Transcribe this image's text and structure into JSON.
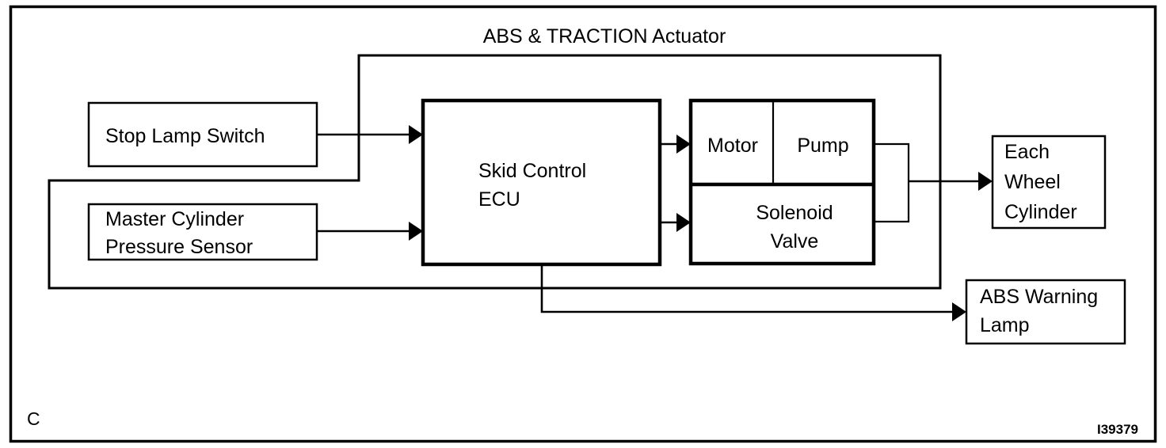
{
  "diagram": {
    "title": "ABS & TRACTION Actuator",
    "corner_label": "C",
    "reference_code": "I39379",
    "colors": {
      "line": "#000000",
      "background": "#ffffff"
    },
    "blocks": {
      "stop_lamp_switch": {
        "label": "Stop Lamp Switch"
      },
      "master_cylinder_pressure_sensor": {
        "line1": "Master Cylinder",
        "line2": "Pressure Sensor"
      },
      "skid_control_ecu": {
        "line1": "Skid Control",
        "line2": "ECU"
      },
      "motor": {
        "label": "Motor"
      },
      "pump": {
        "label": "Pump"
      },
      "solenoid_valve": {
        "line1": "Solenoid",
        "line2": "Valve"
      },
      "each_wheel_cylinder": {
        "line1": "Each",
        "line2": "Wheel",
        "line3": "Cylinder"
      },
      "abs_warning_lamp": {
        "line1": "ABS Warning",
        "line2": "Lamp"
      }
    }
  }
}
